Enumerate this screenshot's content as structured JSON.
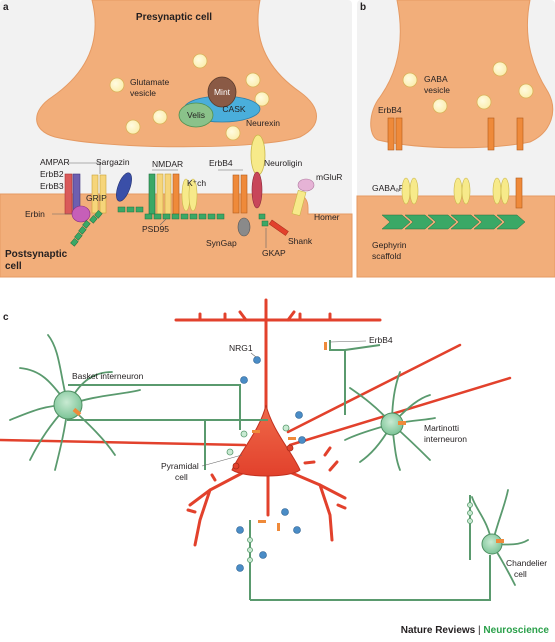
{
  "panels": {
    "a": "a",
    "b": "b",
    "c": "c"
  },
  "panel_a": {
    "presynaptic": "Presynaptic cell",
    "postsynaptic_1": "Postsynaptic",
    "postsynaptic_2": "cell",
    "glutamate_1": "Glutamate",
    "glutamate_2": "vesicle",
    "mint": "Mint",
    "cask": "CASK",
    "velis": "Velis",
    "neurexin": "Neurexin",
    "ampar": "AMPAR",
    "erbb2": "ErbB2",
    "erbb3": "ErbB3",
    "sargazin": "Sargazin",
    "grip": "GRIP",
    "erbin": "Erbin",
    "nmdar": "NMDAR",
    "kch": "K⁺ch",
    "psd95": "PSD95",
    "erbb4": "ErbB4",
    "neuroligin": "Neuroligin",
    "mglur": "mGluR",
    "homer": "Homer",
    "syngap": "SynGap",
    "gkap": "GKAP",
    "shank": "Shank"
  },
  "panel_b": {
    "gaba_1": "GABA",
    "gaba_2": "vesicle",
    "erbb4": "ErbB4",
    "gabaar": "GABAₐR",
    "gephyrin_1": "Gephyrin",
    "gephyrin_2": "scaffold"
  },
  "panel_c": {
    "nrg1": "NRG1",
    "erbb4": "ErbB4",
    "basket": "Basket interneuron",
    "pyramidal_1": "Pyramidal",
    "pyramidal_2": "cell",
    "martinotti_1": "Martinotti",
    "martinotti_2": "interneuron",
    "chandelier_1": "Chandelier",
    "chandelier_2": "cell"
  },
  "footer": {
    "journal": "Nature Reviews",
    "separator": "|",
    "section": "Neuroscience"
  },
  "colors": {
    "terminal": "#f2ae7a",
    "cytoplasm": "#f8c9a0",
    "erbb4": "#ef8a3a",
    "scaffold": "#3aa866",
    "pyramidal": "#e2412c",
    "interneuron": "#8cc9a4",
    "blue_dot": "#4a8cc6"
  }
}
